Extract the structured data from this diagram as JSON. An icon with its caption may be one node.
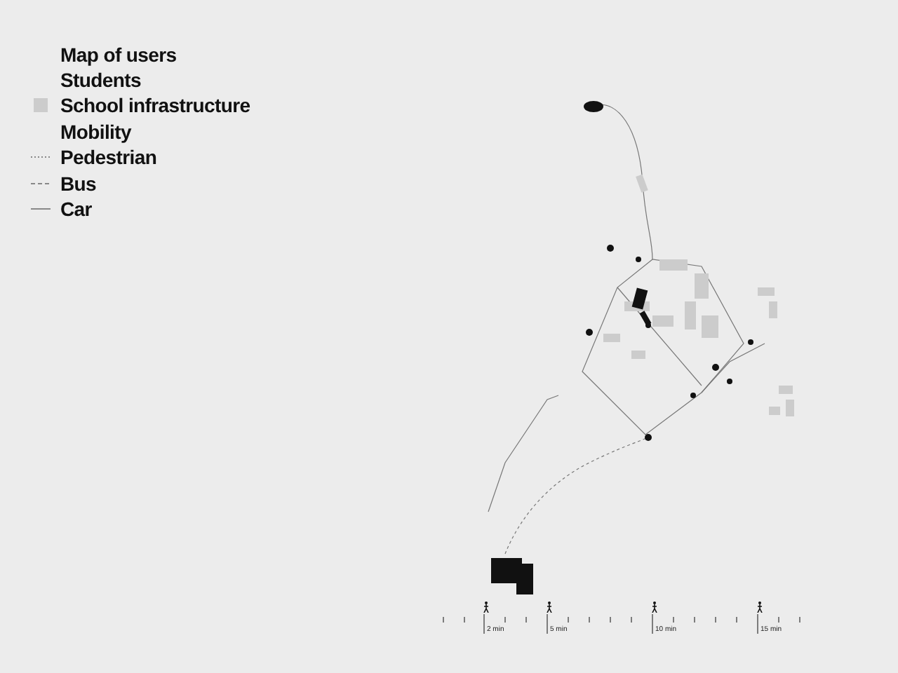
{
  "diagram": {
    "title": "Map of users",
    "labels": [
      "Students",
      "Mobility",
      "2 min",
      "5 min",
      "10 min",
      "15 min"
    ],
    "legend": [
      {
        "text": "School infrastructure",
        "color": "#cccccc"
      },
      {
        "text": "Pedestrian"
      },
      {
        "text": "Bus"
      },
      {
        "text": "Car"
      }
    ]
  }
}
